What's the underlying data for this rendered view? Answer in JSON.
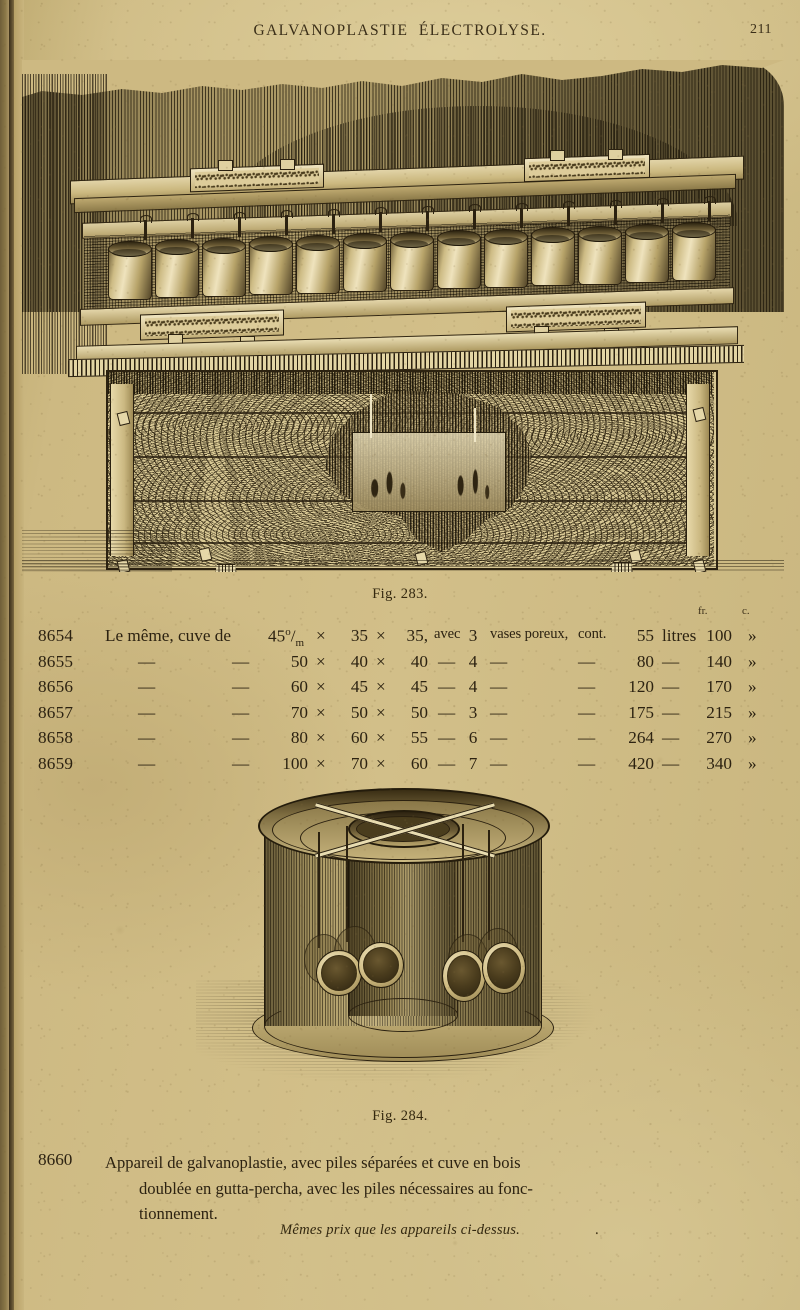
{
  "page": {
    "running_head": "GALVANOPLASTIE  ÉLECTROLYSE.",
    "folio": "211"
  },
  "figures": [
    {
      "id": "fig-283",
      "caption": "Fig. 283.",
      "subject": "galvanoplasty bench apparatus with row of battery cells and wooden cabinet"
    },
    {
      "id": "fig-284",
      "caption": "Fig. 284.",
      "subject": "cylindrical plating vat with medallions suspended from cross frame"
    }
  ],
  "table": {
    "units": {
      "francs": "fr.",
      "centimes": "c."
    },
    "rows": [
      {
        "ref": "8654",
        "desc": "Le même, cuve de",
        "dim_prefix": "45",
        "dim_sup": "o",
        "dim_sub": "m",
        "d1": "",
        "x1": "×",
        "d2": "35",
        "x2": "×",
        "d3": "35,",
        "sep": "",
        "vases": "3",
        "vases_label": "vases poreux,",
        "cont": "cont.",
        "litres": "55",
        "litres_label": "litres",
        "fr": "100",
        "c": "»"
      },
      {
        "ref": "8655",
        "desc": "—",
        "dash2": "—",
        "d1": "50",
        "x1": "×",
        "d2": "40",
        "x2": "×",
        "d3": "40",
        "sep": "—",
        "vases": "4",
        "vases_label": "—",
        "cont": "—",
        "litres": "80",
        "litres_label": "—",
        "fr": "140",
        "c": "»"
      },
      {
        "ref": "8656",
        "desc": "—",
        "dash2": "—",
        "d1": "60",
        "x1": "×",
        "d2": "45",
        "x2": "×",
        "d3": "45",
        "sep": "—",
        "vases": "4",
        "vases_label": "—",
        "cont": "—",
        "litres": "120",
        "litres_label": "—",
        "fr": "170",
        "c": "»"
      },
      {
        "ref": "8657",
        "desc": "—",
        "dash2": "—",
        "d1": "70",
        "x1": "×",
        "d2": "50",
        "x2": "×",
        "d3": "50",
        "sep": "—",
        "vases": "3",
        "vases_label": "—",
        "cont": "—",
        "litres": "175",
        "litres_label": "—",
        "fr": "215",
        "c": "»"
      },
      {
        "ref": "8658",
        "desc": "—",
        "dash2": "—",
        "d1": "80",
        "x1": "×",
        "d2": "60",
        "x2": "×",
        "d3": "55",
        "sep": "—",
        "vases": "6",
        "vases_label": "—",
        "cont": "—",
        "litres": "264",
        "litres_label": "—",
        "fr": "270",
        "c": "»"
      },
      {
        "ref": "8659",
        "desc": "—",
        "dash2": "—",
        "d1": "100",
        "x1": "×",
        "d2": "70",
        "x2": "×",
        "d3": "60",
        "sep": "—",
        "vases": "7",
        "vases_label": "—",
        "cont": "—",
        "litres": "420",
        "litres_label": "—",
        "fr": "340",
        "c": "»"
      }
    ]
  },
  "entry": {
    "ref": "8660",
    "line1": "Appareil de galvanoplastie, avec piles séparées et cuve en bois",
    "line2": "doublée en gutta-percha, avec les piles nécessaires au fonc-",
    "line3": "tionnement.",
    "note": "Mêmes prix que les appareils ci-dessus.",
    "note_dot": "."
  },
  "colors": {
    "paper": "#cdb982",
    "ink": "#2c2211",
    "gutter": "#3b2f18"
  }
}
